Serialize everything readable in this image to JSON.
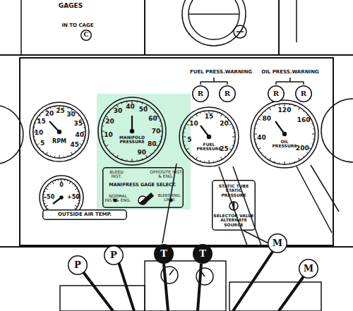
{
  "diagram": {
    "nodes": [
      {
        "text": [
          "C"
        ]
      },
      {
        "text": [
          "5",
          "10",
          "15",
          "20",
          "25",
          "30",
          "35",
          "40",
          "45",
          "RPM"
        ]
      },
      {
        "text": [
          "10",
          "20",
          "30",
          "40",
          "50",
          "60",
          "70",
          "80",
          "90",
          "MANIFOLD PRESSURE"
        ]
      },
      {
        "text": [
          "BLEED INST.",
          "OPPOSITE INST & ENG.",
          "MANIFRESS GAGE SELECT.",
          "NORMAL INST & ENG.",
          "BLEED ENG. LINES"
        ]
      },
      {
        "text": [
          "-50",
          "0",
          "+50"
        ]
      },
      {
        "text": [
          "OUTSIDE AIR TEMP."
        ]
      },
      {
        "text": [
          "R"
        ]
      },
      {
        "text": [
          "R"
        ]
      },
      {
        "text": [
          "R"
        ]
      },
      {
        "text": [
          "R"
        ]
      },
      {
        "text": [
          "5",
          "10",
          "15",
          "20",
          "25",
          "FUEL PRESSURE"
        ]
      },
      {
        "text": [
          "40",
          "80",
          "120",
          "160",
          "200",
          "OIL PRESSURE"
        ]
      },
      {
        "text": [
          "STATIC TUBE STATIC PRESSURE",
          "SELECTOR VALVE ALTERNATE SOURCE"
        ]
      },
      {
        "text": [
          "P"
        ]
      },
      {
        "text": [
          "P"
        ]
      },
      {
        "text": [
          "T"
        ]
      },
      {
        "text": [
          "T"
        ]
      },
      {
        "text": [
          "M"
        ]
      },
      {
        "text": [
          "M"
        ]
      }
    ],
    "labels": [
      "GAGES",
      "IN TO CAGE",
      "FUEL PRESS.WARNING",
      "OIL PRESS.WARNING"
    ]
  }
}
